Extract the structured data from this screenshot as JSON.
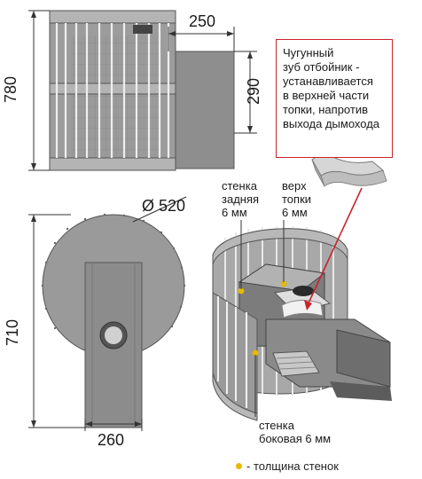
{
  "dimensions": {
    "top_depth": "250",
    "top_height": "780",
    "flue_height": "290",
    "diameter": "Ø 520",
    "bottom_height": "710",
    "bottom_width": "260"
  },
  "callout": {
    "lines": [
      "Чугунный",
      "зуб отбойник -",
      "устанавливается",
      "в верхней части",
      "топки, напротив",
      "выхода дымохода"
    ]
  },
  "labels": {
    "back_wall": [
      "стенка",
      "задняя",
      "6 мм"
    ],
    "firebox_top": [
      "верх",
      "топки",
      "6 мм"
    ],
    "side_wall": [
      "стенка",
      "боковая 6 мм"
    ]
  },
  "legend": {
    "text": "- толщина стенок",
    "color": "#e6b800"
  },
  "colors": {
    "steel": "#8e8e8e",
    "steel_light": "#b4b4b4",
    "steel_dark": "#6a6a6a",
    "accent_red": "#c9252c",
    "marker_yellow": "#e6b800"
  }
}
